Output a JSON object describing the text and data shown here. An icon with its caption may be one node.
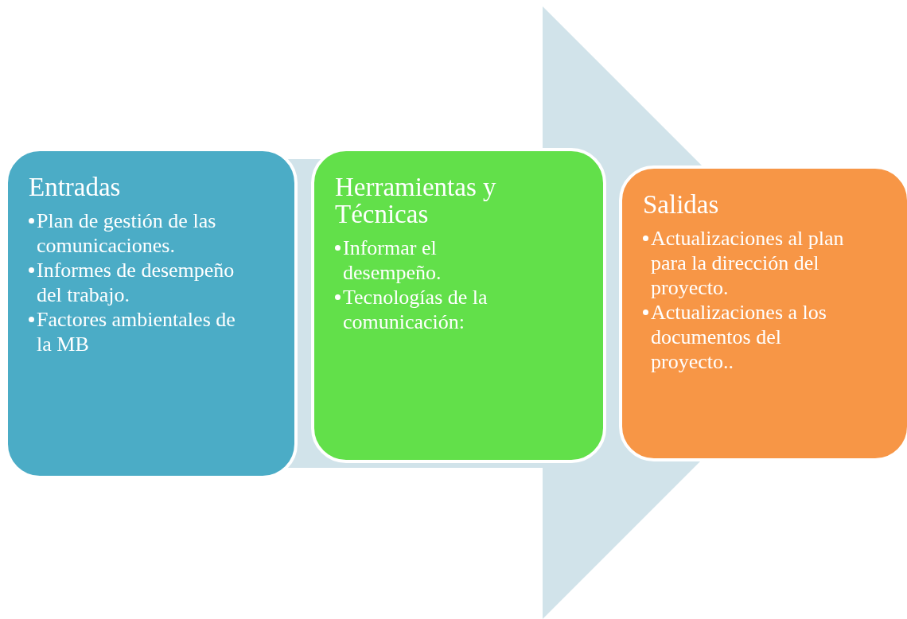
{
  "diagram": {
    "nodes": [
      {
        "text": [
          "Entradas",
          "Plan de gestión de las comunicaciones.",
          "Informes de desempeño del trabajo.",
          "Factores ambientales de la MB"
        ]
      },
      {
        "text": [
          "Herramientas y Técnicas",
          "Informar el desempeño.",
          "Tecnologías de la comunicación:"
        ]
      },
      {
        "text": [
          "Salidas",
          "Actualizaciones al plan para la dirección del proyecto.",
          "Actualizaciones a los documentos del proyecto.."
        ]
      }
    ],
    "edges": [
      {
        "from": 0,
        "to": 2,
        "arrow": "to"
      }
    ]
  }
}
